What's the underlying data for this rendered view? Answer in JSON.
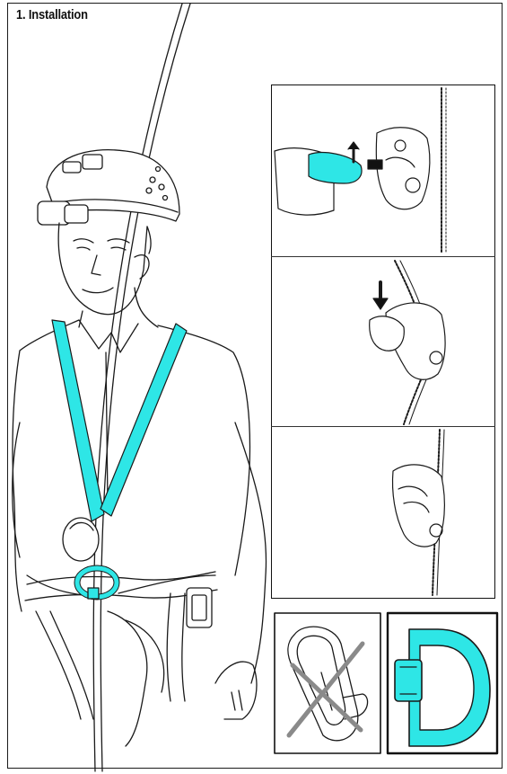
{
  "document": {
    "section_title": "1. Installation"
  },
  "figure": {
    "main_illustration": "climber-with-chest-harness",
    "step_panels": [
      "open-cam-step",
      "insert-rope-step",
      "closed-on-rope-step"
    ],
    "connector_panels": [
      "asymmetric-carabiner-incorrect",
      "d-ring-maillon-correct"
    ],
    "highlight_color": "#2ee6e6",
    "line_color": "#1a1a1a",
    "cross_color": "#8a8a8a"
  }
}
